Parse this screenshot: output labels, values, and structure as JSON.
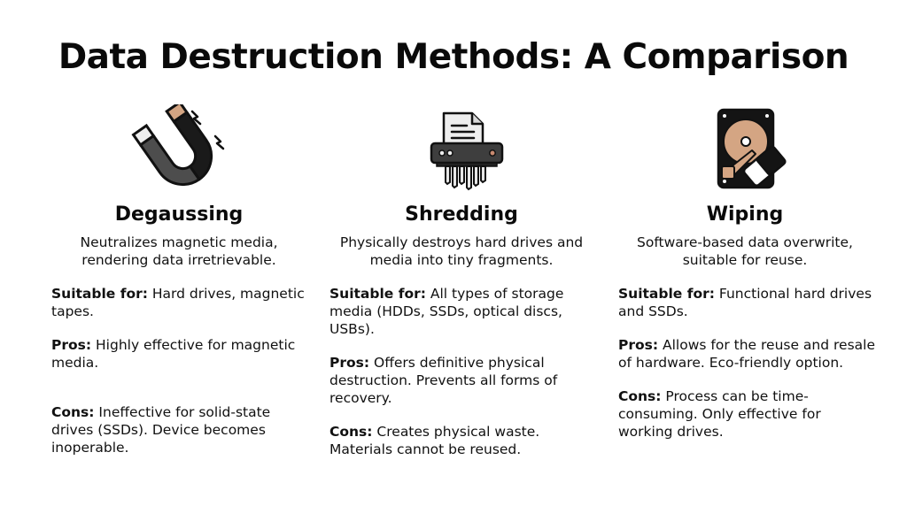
{
  "title": "Data Destruction Methods: A Comparison",
  "methods": [
    {
      "icon": "magnet-icon",
      "name": "Degaussing",
      "description": "Neutralizes magnetic media, rendering data irretrievable.",
      "suitable_label": "Suitable for:",
      "suitable_text": "Hard drives, magnetic tapes.",
      "pros_label": "Pros:",
      "pros_text": "Highly effective for magnetic media.",
      "cons_label": "Cons:",
      "cons_text": "Ineffective for solid-state drives (SSDs). Device becomes inoperable."
    },
    {
      "icon": "shredder-icon",
      "name": "Shredding",
      "description": "Physically destroys hard drives and media into tiny fragments.",
      "suitable_label": "Suitable for:",
      "suitable_text": "All types of storage media (HDDs, SSDs, optical discs, USBs).",
      "pros_label": "Pros:",
      "pros_text": "Offers definitive physical destruction. Prevents all forms of recovery.",
      "cons_label": "Cons:",
      "cons_text": "Creates physical waste. Materials cannot be reused."
    },
    {
      "icon": "hard-drive-eraser-icon",
      "name": "Wiping",
      "description": "Software-based data overwrite, suitable for reuse.",
      "suitable_label": "Suitable for:",
      "suitable_text": "Functional hard drives and SSDs.",
      "pros_label": "Pros:",
      "pros_text": "Allows for the reuse and resale of hardware. Eco-friendly option.",
      "cons_label": "Cons:",
      "cons_text": "Process can be time-consuming. Only effective for working drives."
    }
  ],
  "colors": {
    "text": "#111111",
    "icon_dark": "#1a1a1a",
    "icon_gray": "#4a4a4a",
    "icon_tan": "#d4a583",
    "icon_light": "#eeeeee"
  }
}
